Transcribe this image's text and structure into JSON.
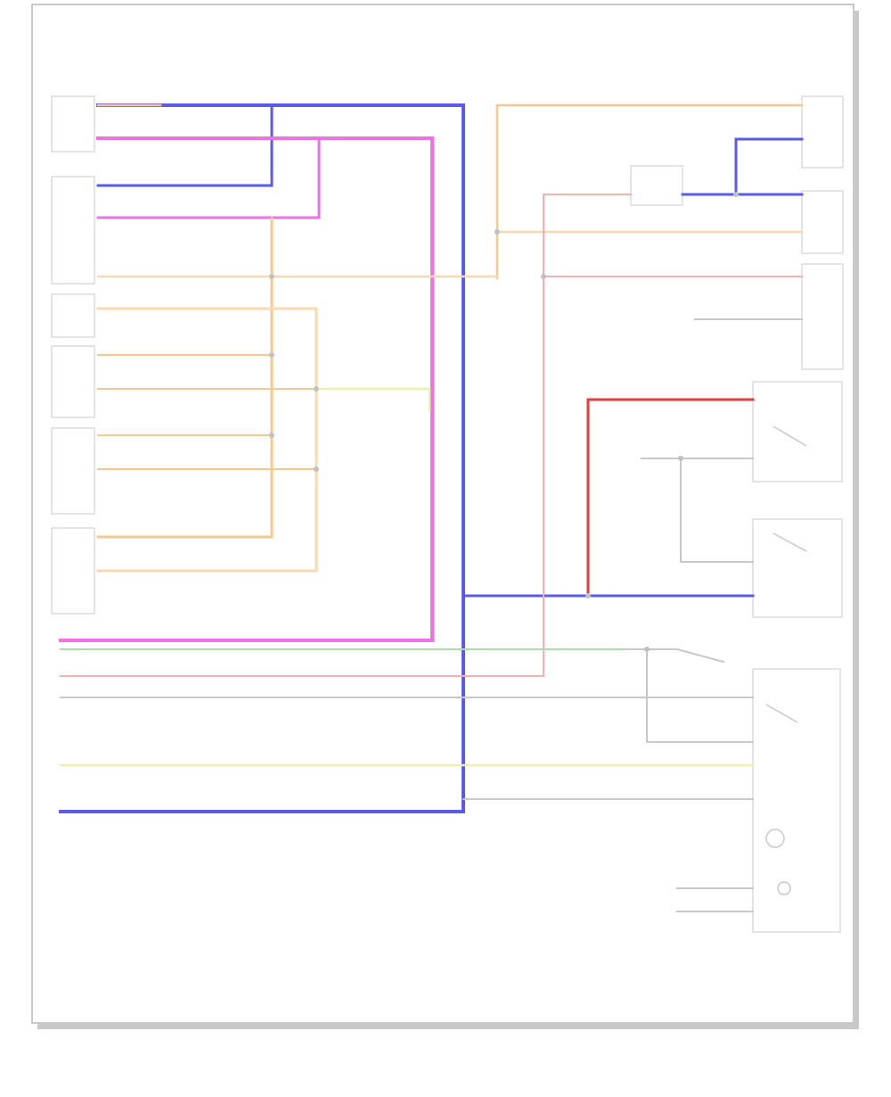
{
  "diagram": {
    "title": "",
    "footer_label": "",
    "legible_labels": [],
    "wire_colors": {
      "blue": "#5a5af0",
      "magenta": "#f070e8",
      "orange": "#f5c890",
      "light_orange": "#fbd9b0",
      "yellow": "#eef0b0",
      "pink": "#f5b0b0",
      "red": "#e63c3c",
      "green": "#a8dca8",
      "gray": "#c8c8c8",
      "border": "#dcdcdc",
      "frame_shadow": "#c9c9c9"
    },
    "left_connectors": [
      {
        "id": "L1",
        "pins": 2
      },
      {
        "id": "L2",
        "pins": 3
      },
      {
        "id": "L3",
        "pins": 2
      },
      {
        "id": "L4",
        "pins": 2
      },
      {
        "id": "L5",
        "pins": 2
      },
      {
        "id": "L6",
        "pins": 2
      }
    ],
    "right_components": [
      {
        "id": "R1",
        "kind": "connector"
      },
      {
        "id": "R2",
        "kind": "connector"
      },
      {
        "id": "R3",
        "kind": "connector"
      },
      {
        "id": "S1",
        "kind": "switch"
      },
      {
        "id": "S2",
        "kind": "switch"
      },
      {
        "id": "M1",
        "kind": "module"
      }
    ]
  }
}
